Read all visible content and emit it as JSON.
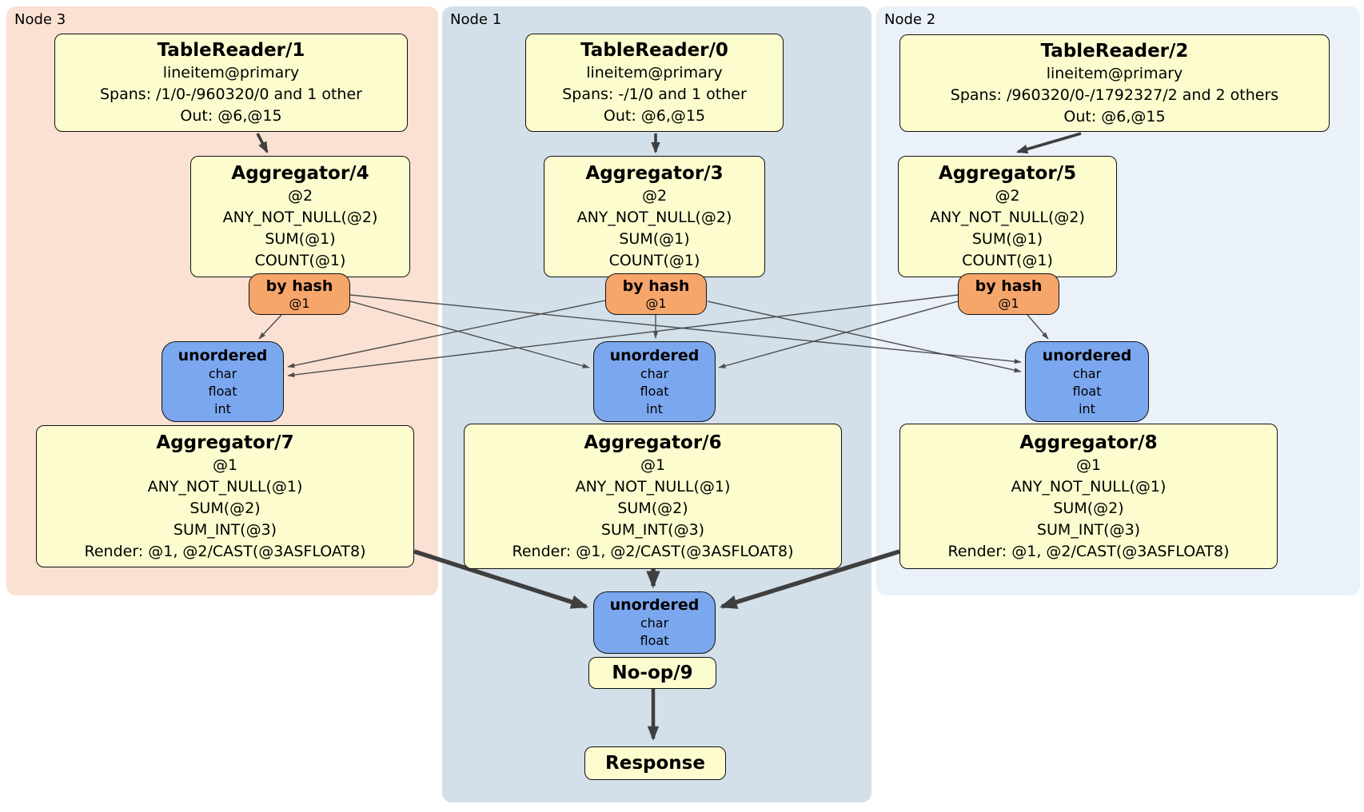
{
  "colors": {
    "node3_bg": "#FBE1D3",
    "node1_bg": "#D3E0EA",
    "node2_bg": "#EBF1F9",
    "processor_fill": "#FCFCCE",
    "router_fill": "#F6A56B",
    "sync_fill": "#7BA7EF",
    "thin_edge": "#4D4D4D",
    "thick_edge": "#3F3F3F",
    "box_border": "#111111"
  },
  "regions": {
    "node3": {
      "label": "Node 3"
    },
    "node1": {
      "label": "Node 1"
    },
    "node2": {
      "label": "Node 2"
    }
  },
  "processors": {
    "tr1": {
      "title": "TableReader/1",
      "lines": [
        "lineitem@primary",
        "Spans: /1/0-/960320/0 and 1 other",
        "Out: @6,@15"
      ]
    },
    "tr0": {
      "title": "TableReader/0",
      "lines": [
        "lineitem@primary",
        "Spans: -/1/0 and 1 other",
        "Out: @6,@15"
      ]
    },
    "tr2": {
      "title": "TableReader/2",
      "lines": [
        "lineitem@primary",
        "Spans: /960320/0-/1792327/2 and 2 others",
        "Out: @6,@15"
      ]
    },
    "agg4": {
      "title": "Aggregator/4",
      "lines": [
        "@2",
        "ANY_NOT_NULL(@2)",
        "SUM(@1)",
        "COUNT(@1)"
      ]
    },
    "agg3": {
      "title": "Aggregator/3",
      "lines": [
        "@2",
        "ANY_NOT_NULL(@2)",
        "SUM(@1)",
        "COUNT(@1)"
      ]
    },
    "agg5": {
      "title": "Aggregator/5",
      "lines": [
        "@2",
        "ANY_NOT_NULL(@2)",
        "SUM(@1)",
        "COUNT(@1)"
      ]
    },
    "agg7": {
      "title": "Aggregator/7",
      "lines": [
        "@1",
        "ANY_NOT_NULL(@1)",
        "SUM(@2)",
        "SUM_INT(@3)",
        "Render: @1, @2/CAST(@3ASFLOAT8)"
      ]
    },
    "agg6": {
      "title": "Aggregator/6",
      "lines": [
        "@1",
        "ANY_NOT_NULL(@1)",
        "SUM(@2)",
        "SUM_INT(@3)",
        "Render: @1, @2/CAST(@3ASFLOAT8)"
      ]
    },
    "agg8": {
      "title": "Aggregator/8",
      "lines": [
        "@1",
        "ANY_NOT_NULL(@1)",
        "SUM(@2)",
        "SUM_INT(@3)",
        "Render: @1, @2/CAST(@3ASFLOAT8)"
      ]
    },
    "noop": {
      "title": "No-op/9"
    },
    "response": {
      "title": "Response"
    }
  },
  "routers": {
    "r3": {
      "title": "by hash",
      "lines": [
        "@1"
      ]
    },
    "r1": {
      "title": "by hash",
      "lines": [
        "@1"
      ]
    },
    "r2": {
      "title": "by hash",
      "lines": [
        "@1"
      ]
    }
  },
  "syncs": {
    "s3": {
      "title": "unordered",
      "lines": [
        "char",
        "float",
        "int"
      ]
    },
    "s1": {
      "title": "unordered",
      "lines": [
        "char",
        "float",
        "int"
      ]
    },
    "s2": {
      "title": "unordered",
      "lines": [
        "char",
        "float",
        "int"
      ]
    },
    "sfinal": {
      "title": "unordered",
      "lines": [
        "char",
        "float"
      ]
    }
  }
}
